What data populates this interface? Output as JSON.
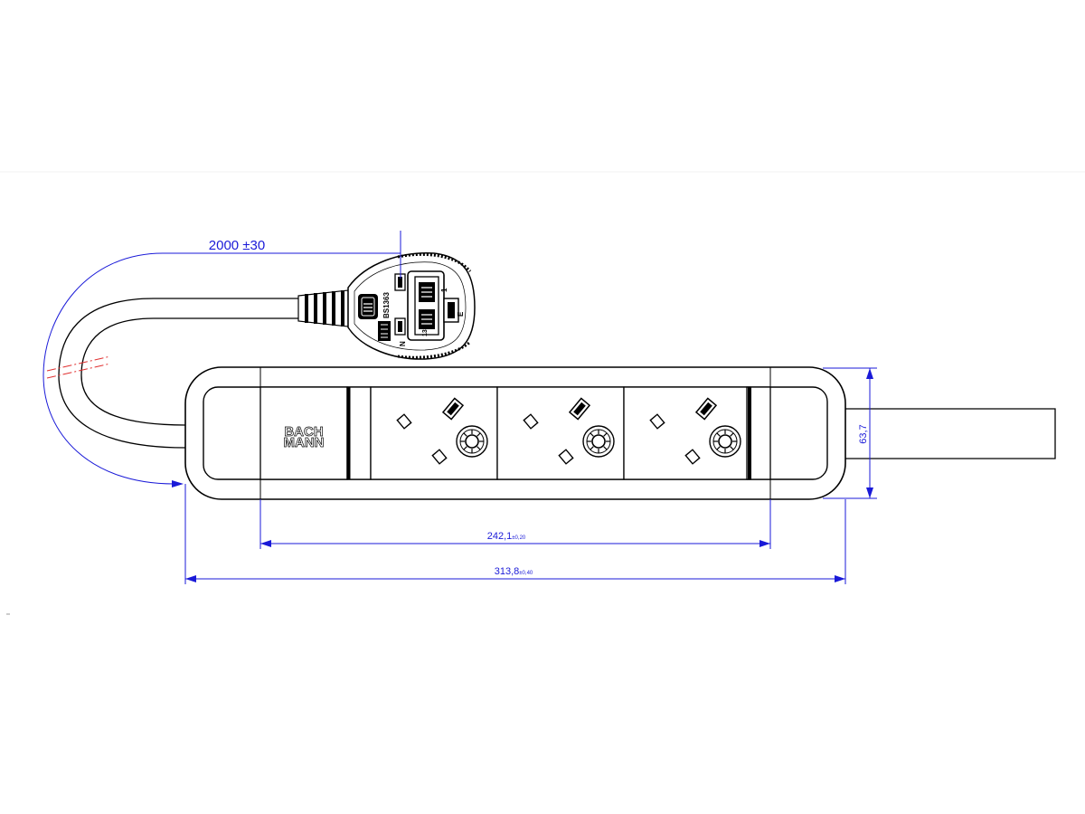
{
  "dimensions": {
    "cable_length": "2000 ±30",
    "frame_width_value": "242,1",
    "frame_width_tolerance": "±0,20",
    "total_width_value": "313,8",
    "total_width_tolerance": "±0,40",
    "height": "63,7"
  },
  "product": {
    "brand_line1": "BACH",
    "brand_line2": "MANN"
  },
  "plug": {
    "pin_label_1": "1",
    "pin_label_e": "E",
    "pin_label_n": "N",
    "rating_text": "13A",
    "standard_text": "BS1363"
  },
  "colors": {
    "dimension": "#1a1ad8",
    "ink": "#000000",
    "centerline": "#e03030"
  }
}
